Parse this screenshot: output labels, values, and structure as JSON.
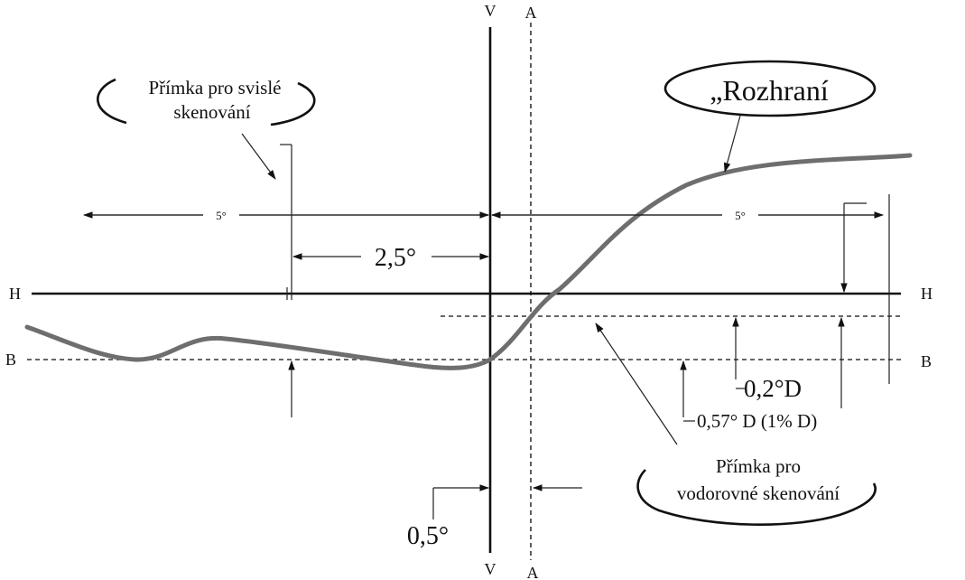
{
  "axes": {
    "v_top": "V",
    "v_bottom": "V",
    "a_top": "A",
    "a_bottom": "A",
    "h_left": "H",
    "h_right": "H",
    "b_left": "B",
    "b_right": "B"
  },
  "labels": {
    "vertical_scan_line_1": "Přímka pro svislé",
    "vertical_scan_line_2": "skenování",
    "cutoff": "„Rozhraní",
    "five_deg_left": "5°",
    "five_deg_right": "5°",
    "two_five_deg": "2,5°",
    "point_two_d": "0,2°D",
    "point_five_seven_d": "0,57° D (1% D)",
    "horizontal_scan_line_1": "Přímka pro",
    "horizontal_scan_line_2": "vodorovné skenování",
    "point_five_deg": "0,5°"
  }
}
